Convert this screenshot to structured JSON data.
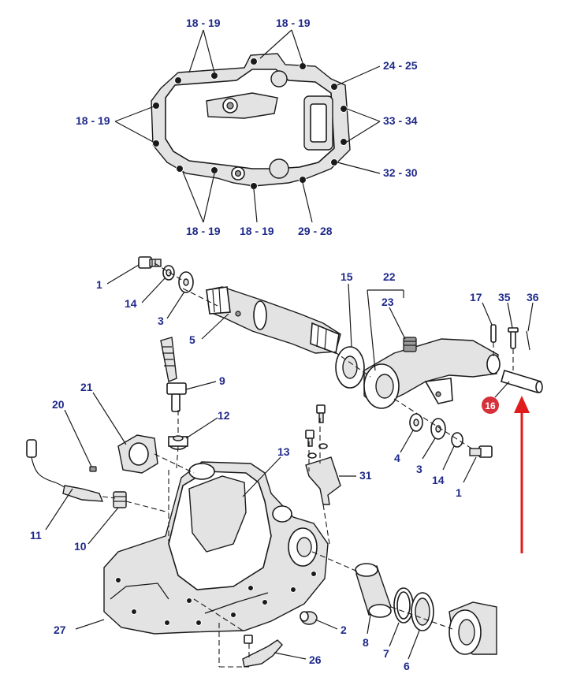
{
  "colors": {
    "label": "#1f2a8a",
    "highlight_badge": "#d6303a",
    "arrow": "#e01b1b",
    "line": "#1a1a1a"
  },
  "top_view_labels": [
    "18 - 19",
    "18 - 19",
    "24 - 25",
    "18 - 19",
    "33 - 34",
    "32 - 30",
    "18 - 19",
    "18 - 19",
    "29 - 28"
  ],
  "part_labels": [
    "1",
    "14",
    "3",
    "5",
    "9",
    "12",
    "21",
    "20",
    "11",
    "10",
    "13",
    "31",
    "15",
    "22",
    "23",
    "4",
    "3",
    "14",
    "1",
    "17",
    "35",
    "36",
    "2",
    "27",
    "8",
    "7",
    "6",
    "26"
  ],
  "highlight": {
    "label": "16"
  }
}
